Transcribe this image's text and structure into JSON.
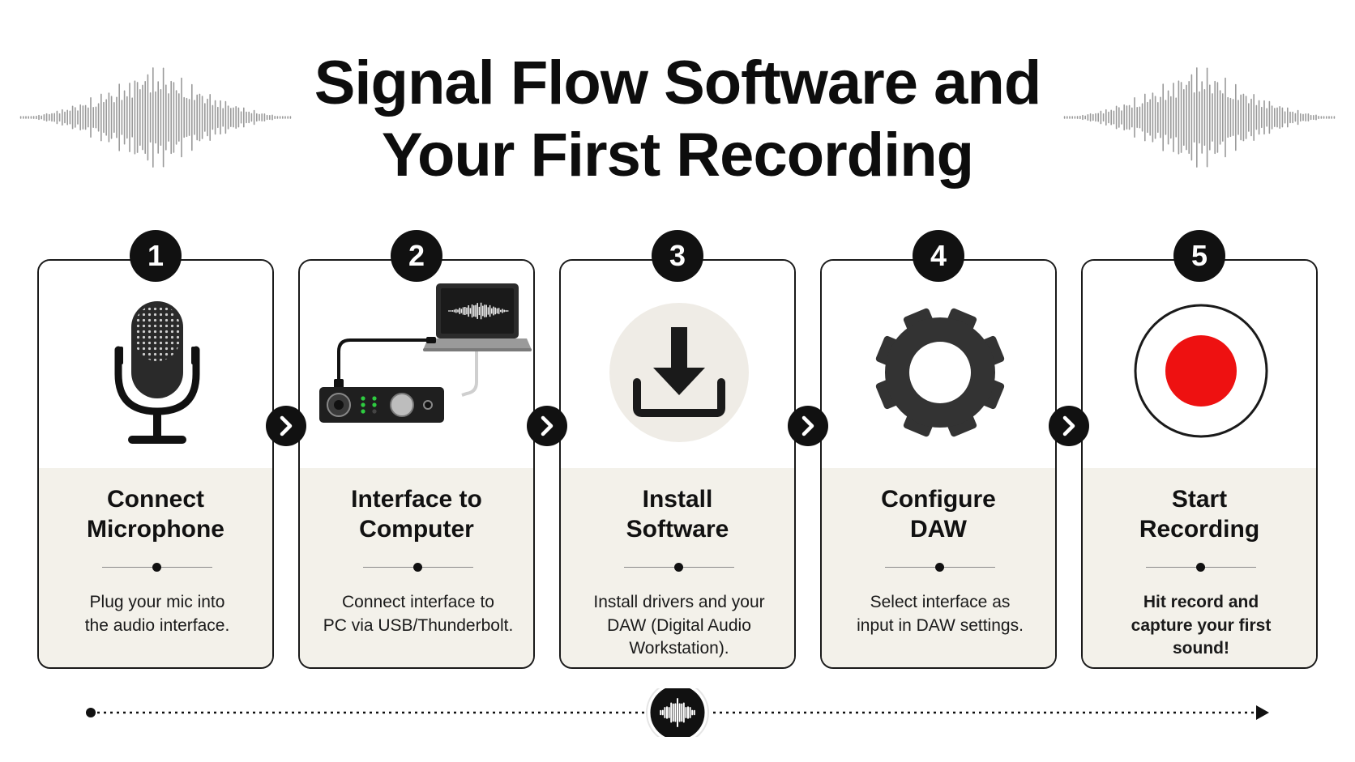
{
  "title": {
    "line1": "Signal Flow Software and",
    "line2": "Your First Recording"
  },
  "steps": [
    {
      "number": "1",
      "title_line1": "Connect",
      "title_line2": "Microphone",
      "desc_line1": "Plug your mic into",
      "desc_line2": "the audio interface.",
      "desc_line3": "",
      "icon": "microphone-icon"
    },
    {
      "number": "2",
      "title_line1": "Interface to",
      "title_line2": "Computer",
      "desc_line1": "Connect interface to",
      "desc_line2": "PC via USB/Thunderbolt.",
      "desc_line3": "",
      "icon": "interface-laptop-icon"
    },
    {
      "number": "3",
      "title_line1": "Install",
      "title_line2": "Software",
      "desc_line1": "Install drivers and your",
      "desc_line2": "DAW (Digital Audio",
      "desc_line3": "Workstation).",
      "icon": "download-icon"
    },
    {
      "number": "4",
      "title_line1": "Configure",
      "title_line2": "DAW",
      "desc_line1": "Select interface as",
      "desc_line2": "input in DAW settings.",
      "desc_line3": "",
      "icon": "gear-icon"
    },
    {
      "number": "5",
      "title_line1": "Start",
      "title_line2": "Recording",
      "desc_line1": "Hit record and",
      "desc_line2": "capture your first",
      "desc_line3": "sound!",
      "icon": "record-icon"
    }
  ],
  "colors": {
    "dark": "#111111",
    "card_bottom": "#f3f1ea",
    "record_red": "#ee1111",
    "gear": "#333333",
    "download_circle": "#efece6"
  }
}
